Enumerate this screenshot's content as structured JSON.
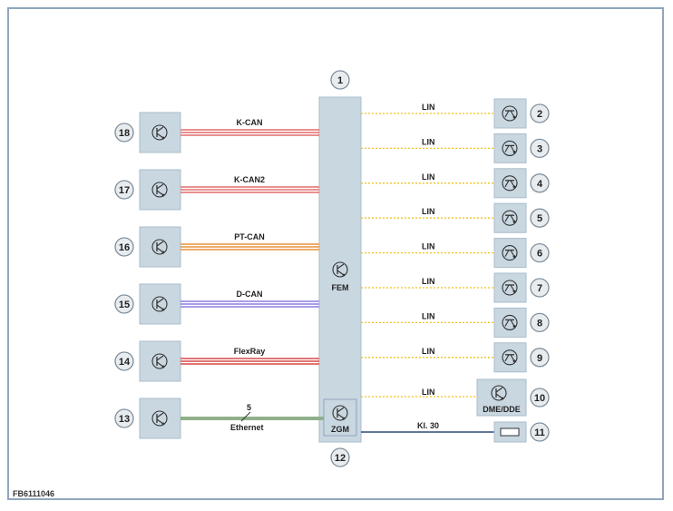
{
  "central_module": {
    "number": "1",
    "label": "FEM"
  },
  "gateway": {
    "number": "12",
    "label": "ZGM"
  },
  "left_buses": [
    {
      "number": "18",
      "label": "K-CAN",
      "color": "#e36b6b"
    },
    {
      "number": "17",
      "label": "K-CAN2",
      "color": "#e36b6b"
    },
    {
      "number": "16",
      "label": "PT-CAN",
      "color": "#e8923a"
    },
    {
      "number": "15",
      "label": "D-CAN",
      "color": "#8c7ee0"
    },
    {
      "number": "14",
      "label": "FlexRay",
      "color": "#d94848"
    },
    {
      "number": "13",
      "label": "Ethernet",
      "wire_count": "5",
      "color": "#8fb08a"
    }
  ],
  "right_lin": [
    {
      "number": "2",
      "label": "LIN"
    },
    {
      "number": "3",
      "label": "LIN"
    },
    {
      "number": "4",
      "label": "LIN"
    },
    {
      "number": "5",
      "label": "LIN"
    },
    {
      "number": "6",
      "label": "LIN"
    },
    {
      "number": "7",
      "label": "LIN"
    },
    {
      "number": "8",
      "label": "LIN"
    },
    {
      "number": "9",
      "label": "LIN"
    }
  ],
  "dme": {
    "number": "10",
    "label": "LIN",
    "module_label": "DME/DDE"
  },
  "terminal": {
    "number": "11",
    "label": "Kl. 30"
  },
  "doc_code": "FB6111046",
  "colors": {
    "module_fill": "#c9d7e1",
    "module_stroke": "#a9bccb",
    "lin": "#f1c21b",
    "kl30": "#2d4a7a"
  }
}
